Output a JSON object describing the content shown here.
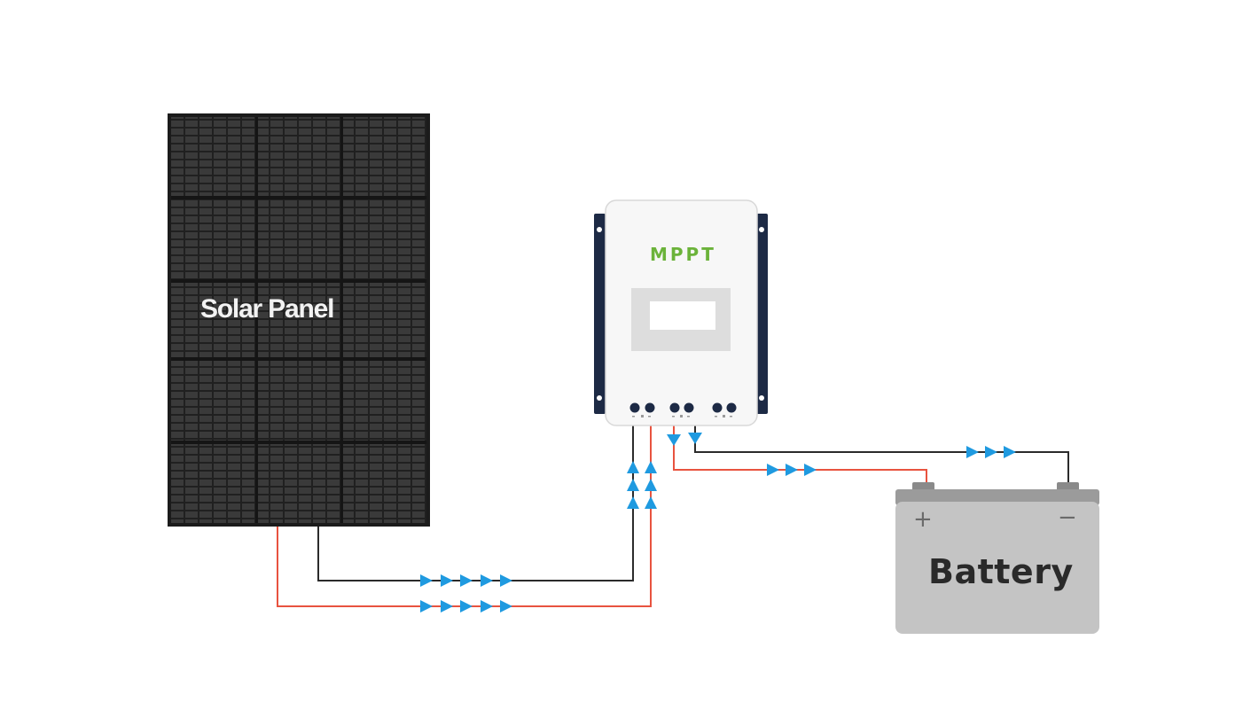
{
  "solar_panel": {
    "label": "Solar Panel"
  },
  "controller": {
    "label": "MPPT"
  },
  "battery": {
    "label": "Battery",
    "positive_symbol": "+",
    "negative_symbol": "−"
  },
  "colors": {
    "wire_positive": "#e8533f",
    "wire_negative": "#2b2b2b",
    "flow_arrow": "#1f9ae0",
    "mppt_accent": "#6bb33a",
    "panel_body": "#1c1c1c",
    "battery_body": "#c4c4c4"
  },
  "icons": [
    "solar-panel-icon",
    "mppt-controller-icon",
    "battery-icon",
    "flow-arrow-icon"
  ]
}
